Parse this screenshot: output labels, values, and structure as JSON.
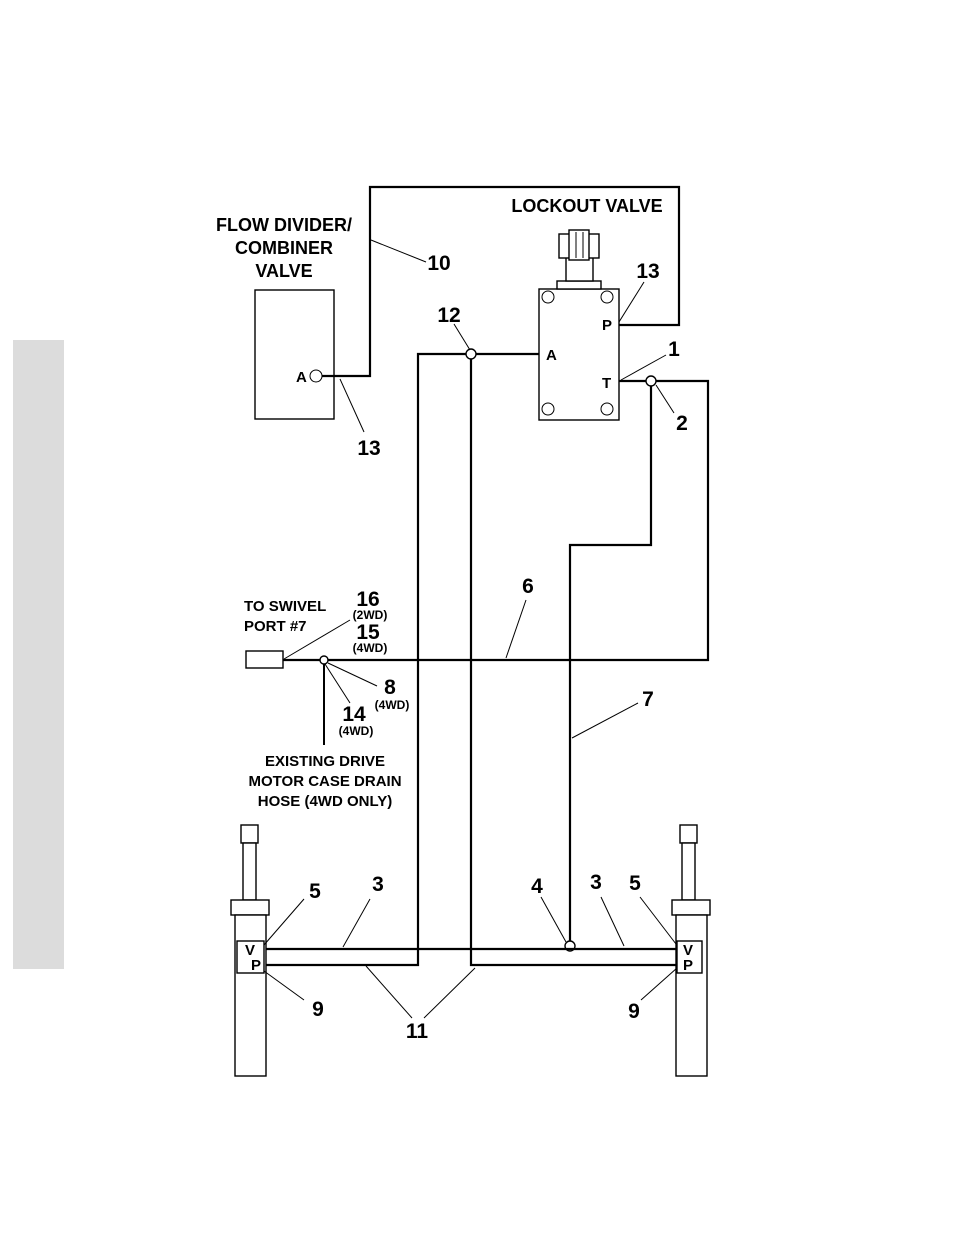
{
  "labels": {
    "flow_divider_line1": "FLOW DIVIDER/",
    "flow_divider_line2": "COMBINER",
    "flow_divider_line3": "VALVE",
    "lockout_valve": "LOCKOUT VALVE",
    "to_swivel_line1": "TO SWIVEL",
    "to_swivel_line2": "PORT #7",
    "drain_line1": "EXISTING DRIVE",
    "drain_line2": "MOTOR CASE DRAIN",
    "drain_line3": "HOSE (4WD ONLY)"
  },
  "ports": {
    "a_divider": "A",
    "p_lockout": "P",
    "a_lockout": "A",
    "t_lockout": "T",
    "v_left": "V",
    "p_left": "P",
    "v_right": "V",
    "p_right": "P"
  },
  "callouts": {
    "c10": "10",
    "c13_top": "13",
    "c12": "12",
    "c1": "1",
    "c13_left": "13",
    "c2": "2",
    "c6": "6",
    "c16": "16",
    "c16_note": "(2WD)",
    "c15": "15",
    "c15_note": "(4WD)",
    "c8": "8",
    "c8_note": "(4WD)",
    "c14": "14",
    "c14_note": "(4WD)",
    "c7": "7",
    "c5_left": "5",
    "c3_left": "3",
    "c4": "4",
    "c3_right": "3",
    "c5_right": "5",
    "c9_left": "9",
    "c11": "11",
    "c9_right": "9"
  }
}
